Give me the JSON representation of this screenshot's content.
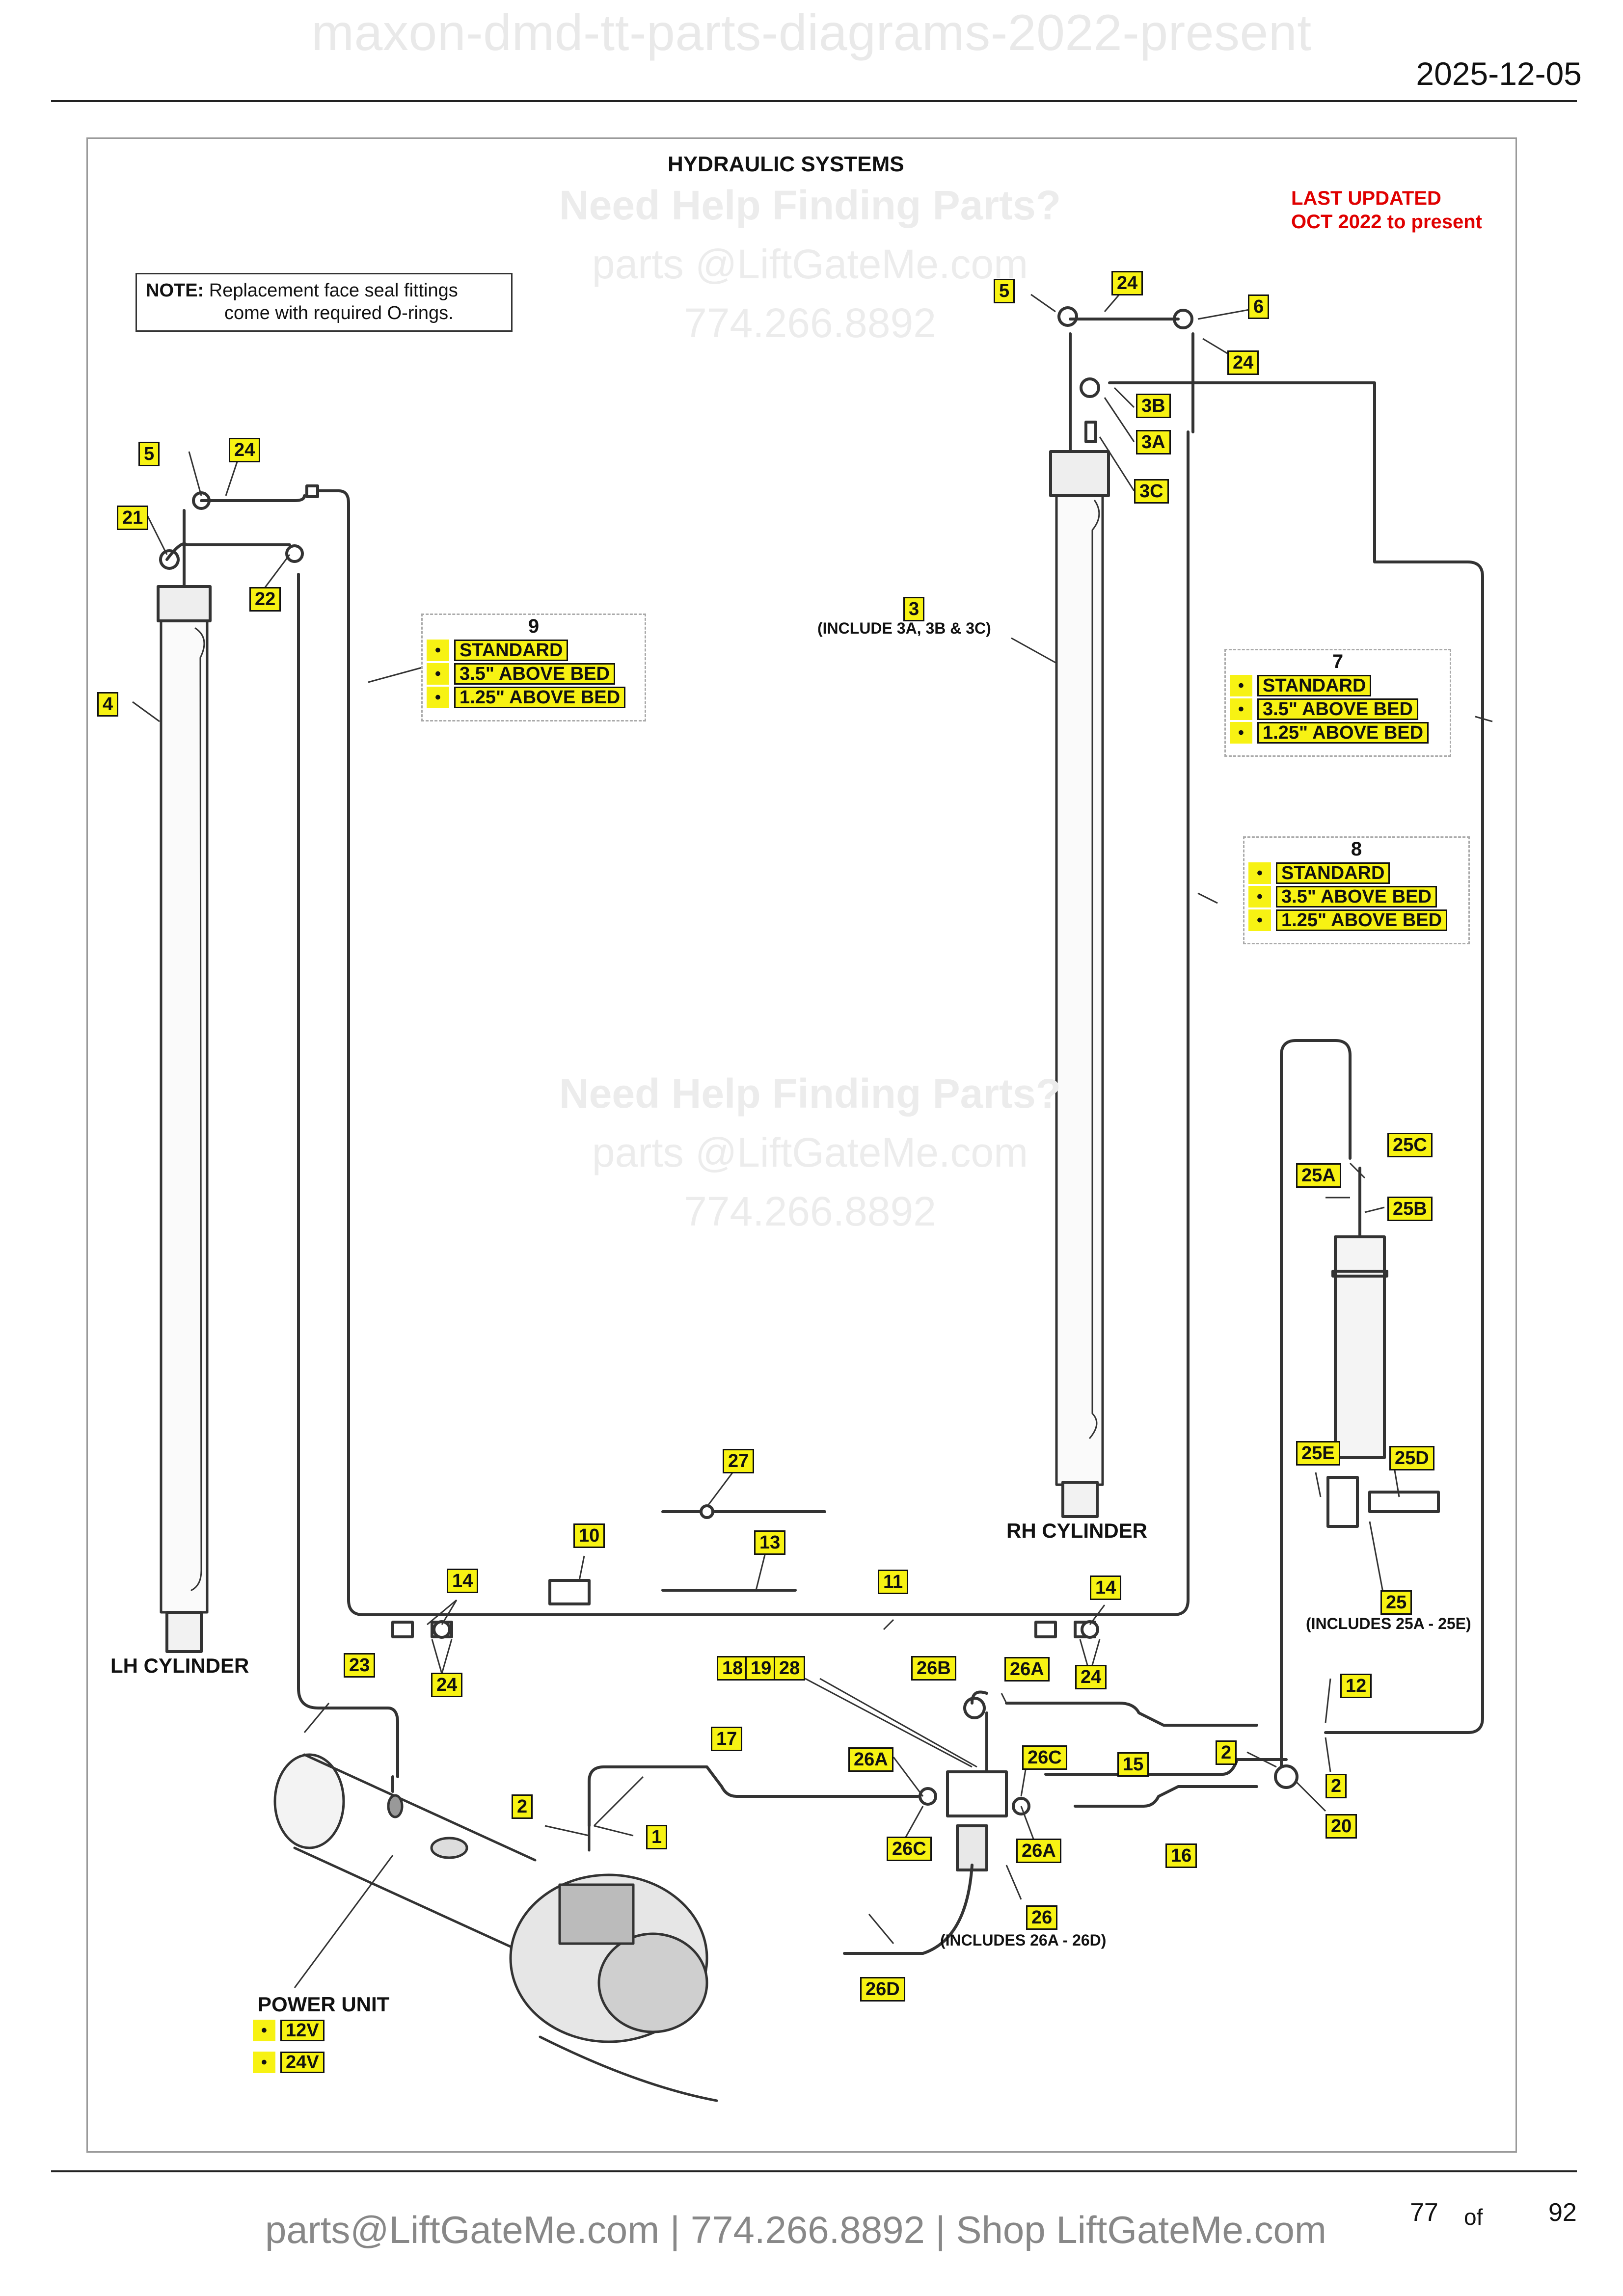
{
  "header": {
    "watermark": "maxon-dmd-tt-parts-diagrams-2022-present",
    "date": "2025-12-05"
  },
  "diagram": {
    "title": "HYDRAULIC SYSTEMS",
    "last_updated_line1": "LAST UPDATED",
    "last_updated_line2": "OCT 2022 to present",
    "note_label": "NOTE:",
    "note_line1": "Replacement face seal fittings",
    "note_line2": "come with required O-rings.",
    "watermark": {
      "line1": "Need Help Finding Parts?",
      "line2": "parts @LiftGateMe.com",
      "line3": "774.266.8892"
    },
    "labels": {
      "lh_cylinder": "LH CYLINDER",
      "rh_cylinder": "RH CYLINDER",
      "power_unit": "POWER UNIT",
      "includes_3": "(INCLUDE 3A, 3B & 3C)",
      "includes_25": "(INCLUDES 25A - 25E)",
      "includes_26": "(INCLUDES 26A - 26D)"
    },
    "option_boxes": {
      "box9": {
        "number": "9",
        "options": [
          "STANDARD",
          "3.5\" ABOVE BED",
          "1.25\" ABOVE BED"
        ]
      },
      "box7": {
        "number": "7",
        "options": [
          "STANDARD",
          "3.5\" ABOVE BED",
          "1.25\" ABOVE BED"
        ]
      },
      "box8": {
        "number": "8",
        "options": [
          "STANDARD",
          "3.5\" ABOVE BED",
          "1.25\" ABOVE BED"
        ]
      }
    },
    "power_options": [
      "12V",
      "24V"
    ],
    "bullet": "•",
    "callouts": {
      "c5_right": "5",
      "c24_top": "24",
      "c6": "6",
      "c24_right": "24",
      "c3b": "3B",
      "c3a": "3A",
      "c3c": "3C",
      "c3": "3",
      "c5_left": "5",
      "c24_left": "24",
      "c21": "21",
      "c22": "22",
      "c4": "4",
      "c25c": "25C",
      "c25a": "25A",
      "c25b": "25B",
      "c25e": "25E",
      "c25d": "25D",
      "c25": "25",
      "c27": "27",
      "c10": "10",
      "c13": "13",
      "c11": "11",
      "c14_left": "14",
      "c24_bl": "24",
      "c14_right": "14",
      "c24_br": "24",
      "c23": "23",
      "c18": "18",
      "c19": "19",
      "c28": "28",
      "c26b": "26B",
      "c26a_top": "26A",
      "c12": "12",
      "c17": "17",
      "c26a_left": "26A",
      "c26c_right": "26C",
      "c15": "15",
      "c2_mid": "2",
      "c2_right": "2",
      "c20": "20",
      "c2_left": "2",
      "c1": "1",
      "c26c_left": "26C",
      "c26a_bottom": "26A",
      "c16": "16",
      "c26": "26",
      "c26d": "26D"
    }
  },
  "footer": {
    "contact": "parts@LiftGateMe.com | 774.266.8892 | Shop LiftGateMe.com",
    "page": "77",
    "of": "of",
    "total": "92"
  }
}
